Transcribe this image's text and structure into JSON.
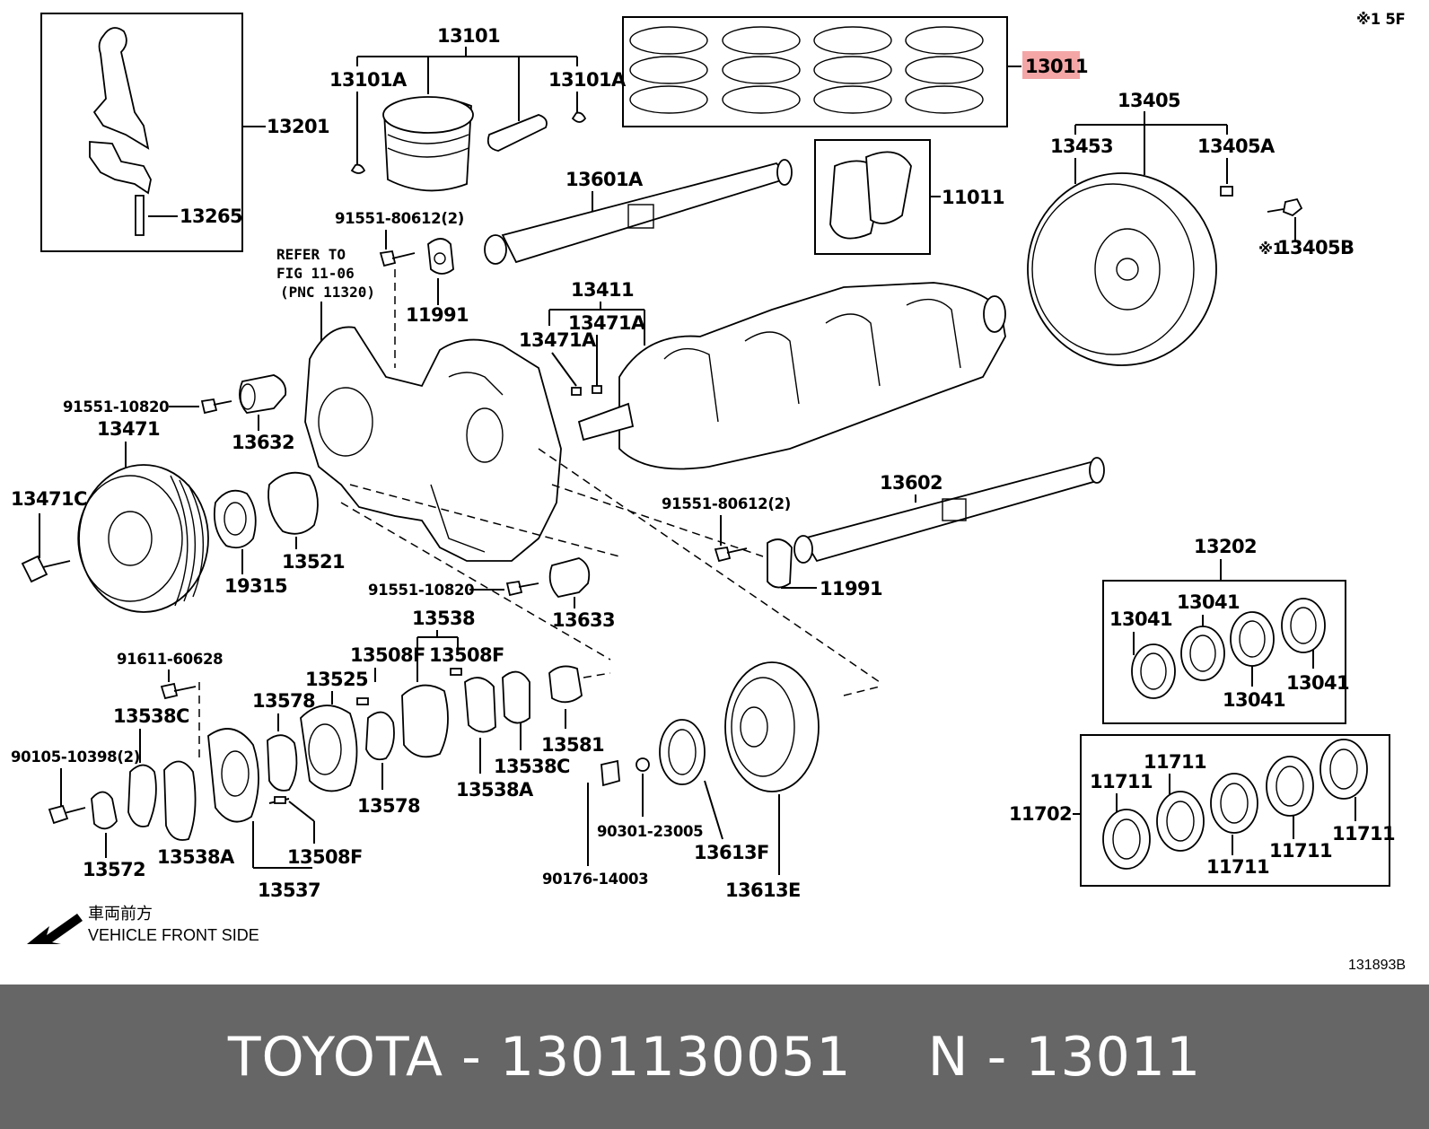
{
  "diagram": {
    "labels": {
      "l13201": "13201",
      "l13265": "13265",
      "l13101": "13101",
      "l13101A_left": "13101A",
      "l13101A_right": "13101A",
      "l13011": "13011",
      "l13405": "13405",
      "l13453": "13453",
      "l13405A": "13405A",
      "l13405B": "13405B",
      "l13405B_mark": "※1",
      "corner_note": "※1 5F",
      "l13601A": "13601A",
      "l11011": "11011",
      "l91551_80612_top": "91551-80612(2)",
      "l11991_top": "11991",
      "refer_line1": "REFER TO",
      "refer_line2": "FIG 11-06",
      "refer_line3": "(PNC 11320)",
      "l13411": "13411",
      "l13471A_a": "13471A",
      "l13471A_b": "13471A",
      "l91551_10820_top": "91551-10820",
      "l13632": "13632",
      "l13471": "13471",
      "l13471C": "13471C",
      "l19315": "19315",
      "l13521": "13521",
      "l13602": "13602",
      "l91551_80612_mid": "91551-80612(2)",
      "l11991_mid": "11991",
      "l91551_10820_mid": "91551-10820",
      "l13633": "13633",
      "l13202": "13202",
      "l13041_a": "13041",
      "l13041_b": "13041",
      "l13041_c": "13041",
      "l13041_d": "13041",
      "l91611_60628": "91611-60628",
      "l13538": "13538",
      "l13508F_a": "13508F",
      "l13508F_b": "13508F",
      "l13525": "13525",
      "l13578_a": "13578",
      "l13538C_a": "13538C",
      "l90105_10398": "90105-10398(2)",
      "l13581": "13581",
      "l13538C_b": "13538C",
      "l13578_b": "13578",
      "l13538A_a": "13538A",
      "l11711_a": "11711",
      "l11711_b": "11711",
      "l11702": "11702",
      "l11711_c": "11711",
      "l11711_d": "11711",
      "l11711_e": "11711",
      "l90301_23005": "90301-23005",
      "l13613F": "13613F",
      "l13508F_c": "13508F",
      "l13572": "13572",
      "l13538A_b": "13538A",
      "l13537": "13537",
      "l90176_14003": "90176-14003",
      "l13613E": "13613E",
      "front_jp": "車両前方",
      "front_en": "VEHICLE FRONT SIDE",
      "fig_id": "131893B"
    },
    "highlight": {
      "part": "13011",
      "color": "#f4a6a6"
    }
  },
  "footer": {
    "brand_part": "TOYOTA - 1301130051",
    "ref": "N - 13011",
    "background": "#666666",
    "text_color": "#ffffff"
  }
}
